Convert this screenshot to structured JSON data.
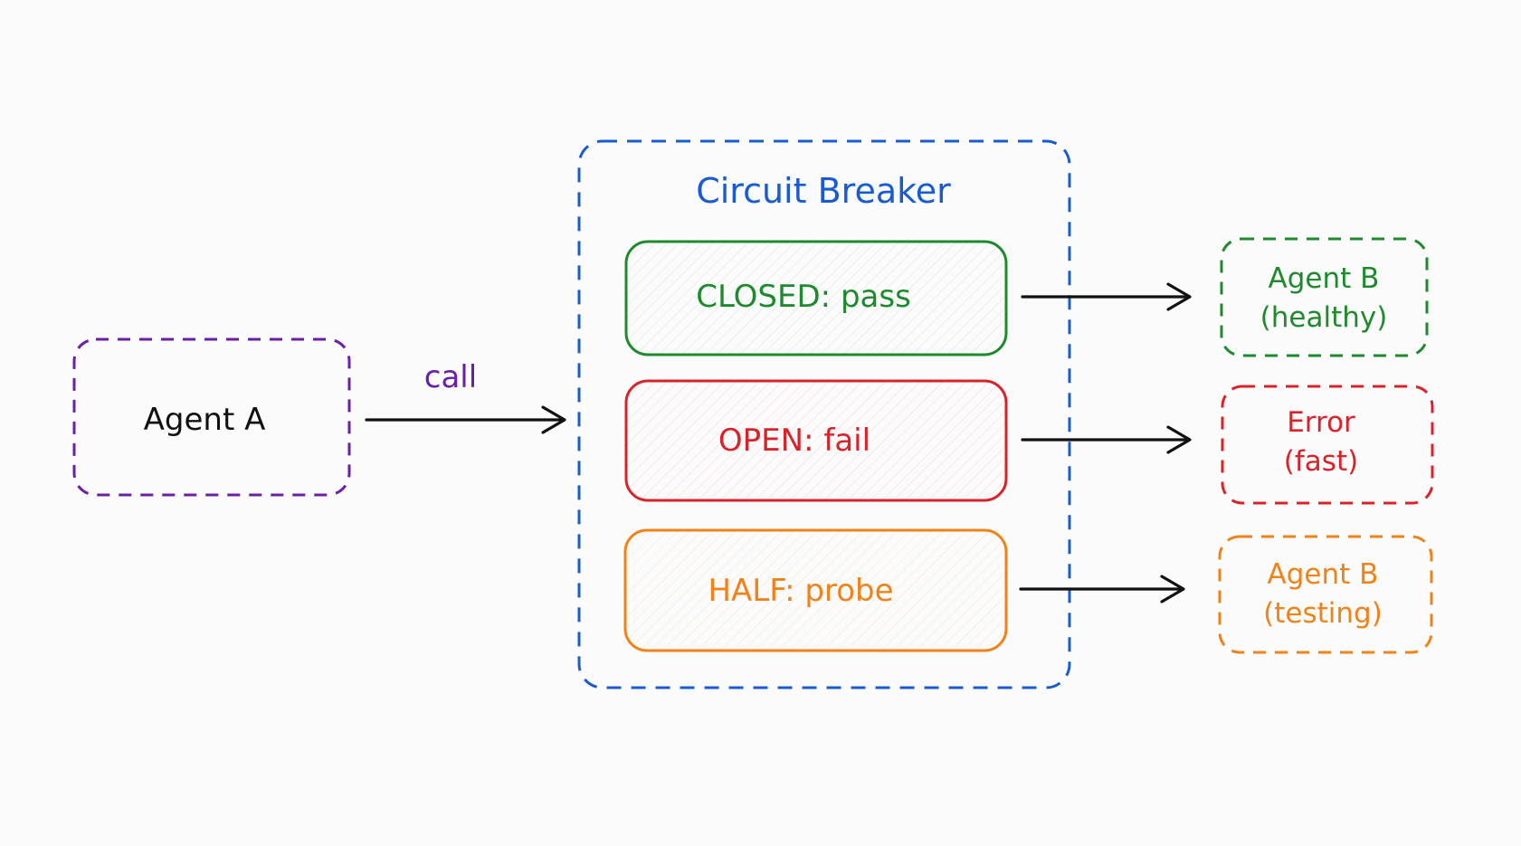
{
  "colors": {
    "background": "#fbfbfb",
    "agent_a": "#6a1fa6",
    "breaker": "#1a5bd0",
    "closed": "#1e8a2d",
    "open": "#d7232a",
    "half": "#f0821a",
    "arrow": "#111111",
    "text_dark": "#111111"
  },
  "agent_a": {
    "label": "Agent A"
  },
  "call_edge": {
    "label": "call"
  },
  "breaker": {
    "title": "Circuit Breaker",
    "states": [
      {
        "key": "closed",
        "label": "CLOSED: pass"
      },
      {
        "key": "open",
        "label": "OPEN: fail"
      },
      {
        "key": "half",
        "label": "HALF: probe"
      }
    ]
  },
  "outcomes": [
    {
      "key": "closed",
      "line1": "Agent B",
      "line2": "(healthy)"
    },
    {
      "key": "open",
      "line1": "Error",
      "line2": "(fast)"
    },
    {
      "key": "half",
      "line1": "Agent B",
      "line2": "(testing)"
    }
  ]
}
